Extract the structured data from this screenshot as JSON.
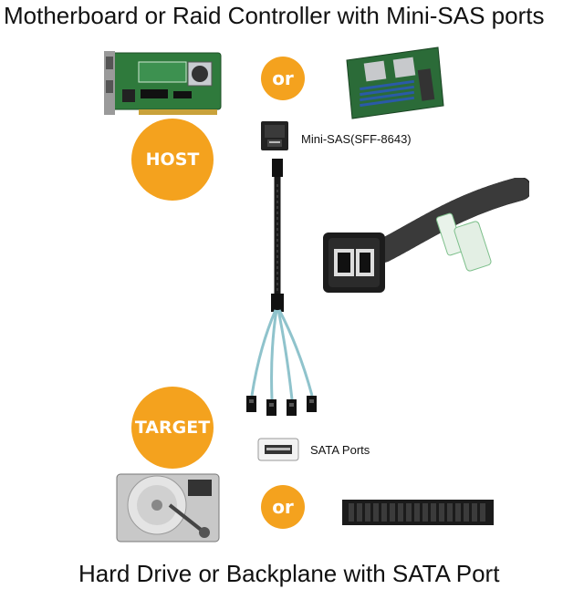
{
  "headings": {
    "top": "Motherboard or Raid Controller with Mini-SAS ports",
    "bottom": "Hard Drive or Backplane with SATA Port"
  },
  "badges": {
    "host": "HOST",
    "target": "TARGET",
    "or_top": "or",
    "or_bottom": "or"
  },
  "labels": {
    "mini_sas": "Mini-SAS(SFF-8643)",
    "sata_ports": "SATA Ports"
  },
  "colors": {
    "accent": "#f4a21e",
    "pcb_green": "#2f7a3c",
    "cable_black": "#1a1a1a",
    "sata_cable": "#8fc3cc"
  },
  "icons": {
    "raid_card": "raid-controller-card-image",
    "motherboard": "server-motherboard-image",
    "mini_sas_port": "mini-sas-port-icon",
    "cable_closeup": "mini-sas-connector-closeup-image",
    "sata_port": "sata-port-icon",
    "hard_drive": "hard-drive-image",
    "backplane": "drive-backplane-image"
  }
}
